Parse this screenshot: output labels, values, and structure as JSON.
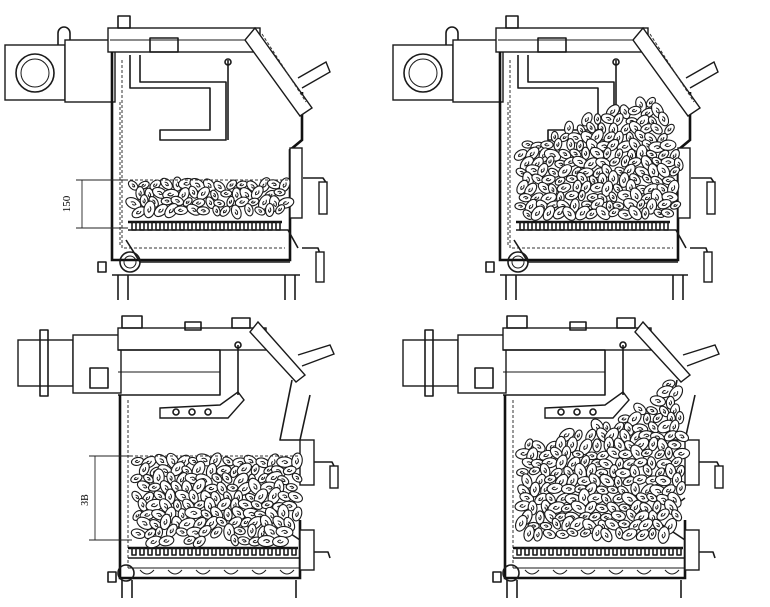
{
  "views": [
    {
      "id": "top-left",
      "fuel_level": "low",
      "dimension_label": "150"
    },
    {
      "id": "top-right",
      "fuel_level": "full",
      "dimension_label": ""
    },
    {
      "id": "bottom-left",
      "fuel_level": "low",
      "dimension_label": "ЗВ"
    },
    {
      "id": "bottom-right",
      "fuel_level": "full",
      "dimension_label": ""
    }
  ]
}
